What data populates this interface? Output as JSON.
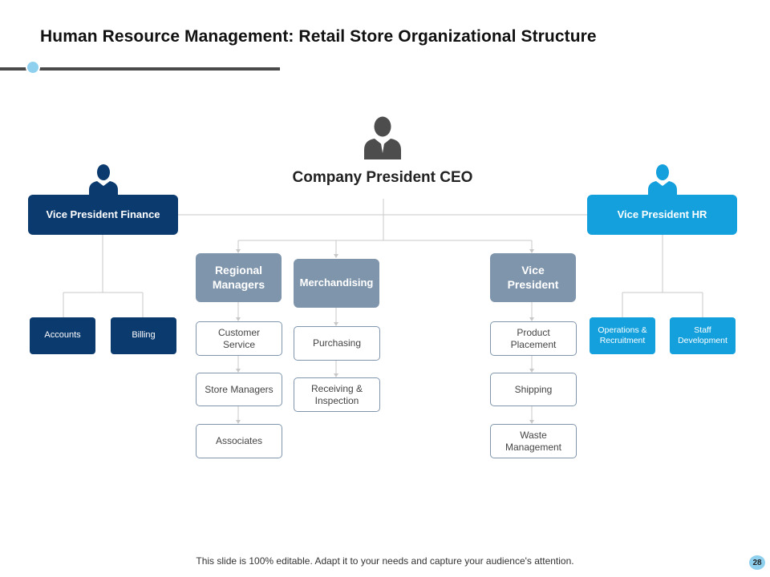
{
  "slide": {
    "title": "Human Resource Management: Retail Store Organizational Structure",
    "footer": "This slide is 100% editable. Adapt it to your needs and capture your audience's attention.",
    "page_number": "28"
  },
  "ceo": {
    "label": "Company President CEO",
    "icon": "person-icon"
  },
  "vp_finance": {
    "label": "Vice President Finance",
    "icon": "person-icon",
    "children": [
      "Accounts",
      "Billing"
    ]
  },
  "vp_hr": {
    "label": "Vice President HR",
    "icon": "person-icon",
    "children": [
      "Operations & Recruitment",
      "Staff Development"
    ]
  },
  "departments": [
    {
      "label": "Regional Managers",
      "children": [
        "Customer Service",
        "Store Managers",
        "Associates"
      ]
    },
    {
      "label": "Merchandising",
      "children": [
        "Purchasing",
        "Receiving & Inspection"
      ]
    },
    {
      "label": "Vice President",
      "children": [
        "Product Placement",
        "Shipping",
        "Waste Management"
      ]
    }
  ],
  "colors": {
    "navy": "#0b3a6e",
    "sky_blue": "#13a0dc",
    "slate": "#7f95ac",
    "accent_dot": "#8fd0ef"
  }
}
